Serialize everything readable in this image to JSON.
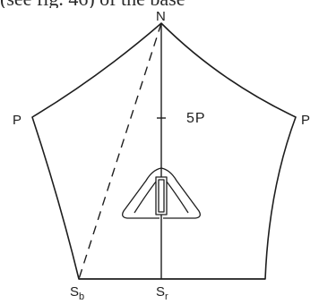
{
  "caption_fragment": "(see fig. 46) of the base",
  "labels": {
    "apex": "N",
    "left_vertex": "P",
    "right_vertex": "P",
    "axis_mark": "5P",
    "bottom_left": "S",
    "bottom_left_sub": "b",
    "bottom_center": "S",
    "bottom_center_sub": "r"
  },
  "colors": {
    "ink": "#1e1e1e",
    "background": "#ffffff"
  }
}
